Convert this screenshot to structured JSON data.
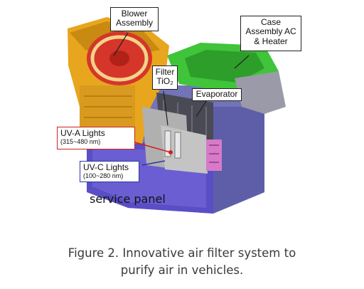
{
  "labels": {
    "blower": [
      "Blower",
      "Assembly"
    ],
    "case": [
      "Case",
      "Assembly AC",
      "& Heater"
    ],
    "filter": [
      "Filter",
      "TiO₂"
    ],
    "evaporator": "Evaporator",
    "uva": {
      "title": "UV-A Lights",
      "range": "(315~480 nm)"
    },
    "uvc": {
      "title": "UV-C Lights",
      "range": "(100~280 nm)"
    },
    "service": "service panel"
  },
  "caption": [
    "Figure 2. Innovative air filter system to",
    "purify air in vehicles."
  ],
  "colors": {
    "blower": "#e6a51f",
    "case_top": "#3fc43a",
    "case_body": "#6f6fb8",
    "filter": "#a9a9a9",
    "uva_border": "#d02020",
    "uvc_border": "#2a3a9a",
    "service_panel": "#5b4fc4"
  }
}
